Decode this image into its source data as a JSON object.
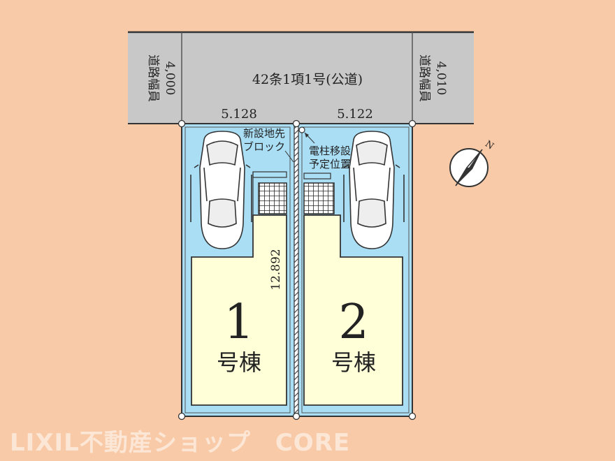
{
  "road": {
    "label": "42条1項1号(公道)",
    "width_left_label": "道路幅員",
    "width_left_value": "4,000",
    "width_right_label": "道路幅員",
    "width_right_value": "4,010"
  },
  "frontage": {
    "lot1": "5.128",
    "lot2": "5.122"
  },
  "depth": "12.892",
  "notes": {
    "block_line1": "新設地先",
    "block_line2": "ブロック",
    "pole_line1": "電柱移設",
    "pole_line2": "予定位置"
  },
  "buildings": [
    {
      "number": "1",
      "label": "号棟"
    },
    {
      "number": "2",
      "label": "号棟"
    }
  ],
  "compass": {
    "north_label": "N"
  },
  "watermark": "LIXIL不動産ショップ　CORE",
  "colors": {
    "background": "#f9caa7",
    "road": "#c8c8c8",
    "lot": "#a9def5",
    "building": "#ffffd8",
    "outline": "#333333"
  }
}
